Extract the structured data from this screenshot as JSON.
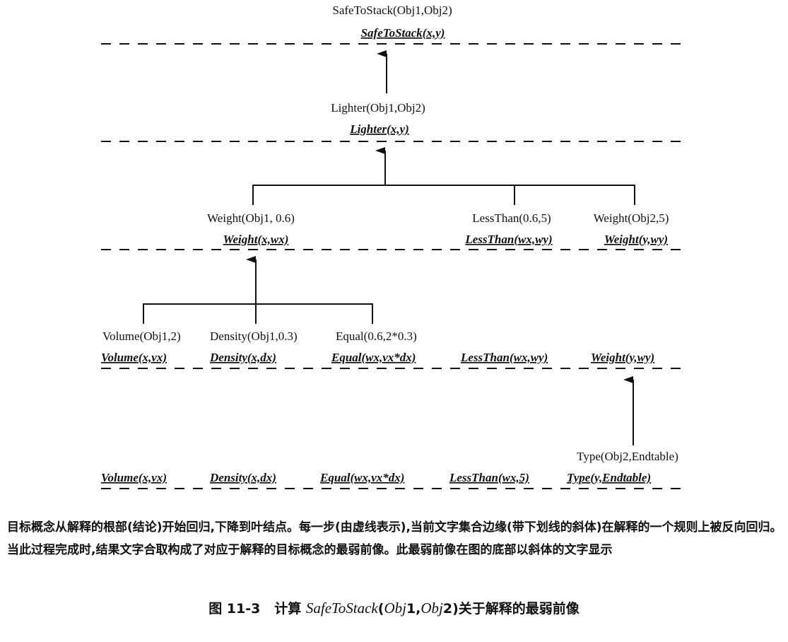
{
  "levels": [
    {
      "literals": [
        "SafeToStack(Obj1,Obj2)"
      ],
      "patterns": [
        "SafeToStack(x,y)"
      ]
    },
    {
      "literals": [
        "Lighter(Obj1,Obj2)"
      ],
      "patterns": [
        "Lighter(x,y)"
      ]
    },
    {
      "literals": [
        "Weight(Obj1, 0.6)",
        "LessThan(0.6,5)",
        "Weight(Obj2,5)"
      ],
      "patterns": [
        "Weight(x,wx)",
        "LessThan(wx,wy)",
        "Weight(y,wy)"
      ]
    },
    {
      "literals": [
        "Volume(Obj1,2)",
        "Density(Obj1,0.3)",
        "Equal(0.6,2*0.3)"
      ],
      "patterns": [
        "Volume(x,vx)",
        "Density(x,dx)",
        "Equal(wx,vx*dx)",
        "LessThan(wx,wy)",
        "Weight(y,wy)"
      ]
    },
    {
      "literals": [
        "Type(Obj2,Endtable)"
      ],
      "patterns": [
        "Volume(x,vx)",
        "Density(x,dx)",
        "Equal(wx,vx*dx)",
        "LessThan(wx,5)",
        "Type(y,Endtable)"
      ]
    }
  ],
  "caption": "目标概念从解释的根部(结论)开始回归,下降到叶结点。每一步(由虚线表示),当前文字集合边缘(带下划线的斜体)在解释的一个规则上被反向回归。当此过程完成时,结果文字合取构成了对应于解释的目标概念的最弱前像。此最弱前像在图的底部以斜体的文字显示",
  "figure": {
    "number": "图 11-3",
    "prefix": "计算",
    "concept": "SafeToStack",
    "open": "(",
    "arg1": "Obj",
    "arg1_num": "1",
    "sep": ",",
    "arg2": "Obj",
    "arg2_num": "2",
    "suffix": ")关于解释的最弱前像"
  }
}
